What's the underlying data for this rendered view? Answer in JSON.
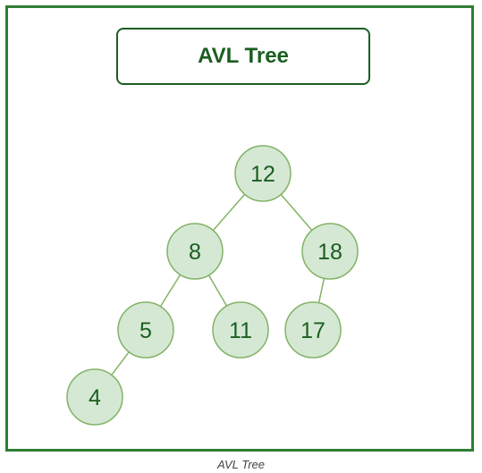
{
  "title": "AVL Tree",
  "caption": "AVL Tree",
  "colors": {
    "frame": "#2e7d32",
    "node_fill": "#d5e8d4",
    "node_stroke": "#82b366",
    "node_text": "#1b5e20",
    "edge": "#82b366"
  },
  "tree": {
    "nodes": [
      {
        "id": "n12",
        "label": "12"
      },
      {
        "id": "n8",
        "label": "8"
      },
      {
        "id": "n18",
        "label": "18"
      },
      {
        "id": "n5",
        "label": "5"
      },
      {
        "id": "n11",
        "label": "11"
      },
      {
        "id": "n17",
        "label": "17"
      },
      {
        "id": "n4",
        "label": "4"
      }
    ],
    "edges": [
      {
        "from": "n12",
        "to": "n8"
      },
      {
        "from": "n12",
        "to": "n18"
      },
      {
        "from": "n8",
        "to": "n5"
      },
      {
        "from": "n8",
        "to": "n11"
      },
      {
        "from": "n18",
        "to": "n17"
      },
      {
        "from": "n5",
        "to": "n4"
      }
    ]
  }
}
